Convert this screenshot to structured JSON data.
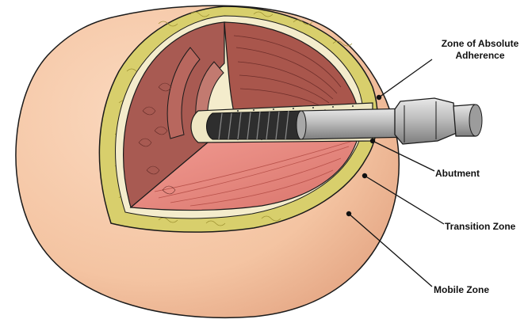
{
  "labels": {
    "zone_absolute_adherence": "Zone of Absolute Adherence",
    "abutment": "Abutment",
    "transition_zone": "Transition Zone",
    "mobile_zone": "Mobile Zone"
  },
  "colors": {
    "skin": "#f6c8a8",
    "skin_shadow": "#e9ae8b",
    "fat": "#d8cf6c",
    "fascia": "#f4eccc",
    "muscle": "#a85a52",
    "muscle_light": "#e88a82",
    "rod": "#b9b9b9",
    "thread": "#2e2e2e",
    "outline": "#1a1a1a"
  }
}
